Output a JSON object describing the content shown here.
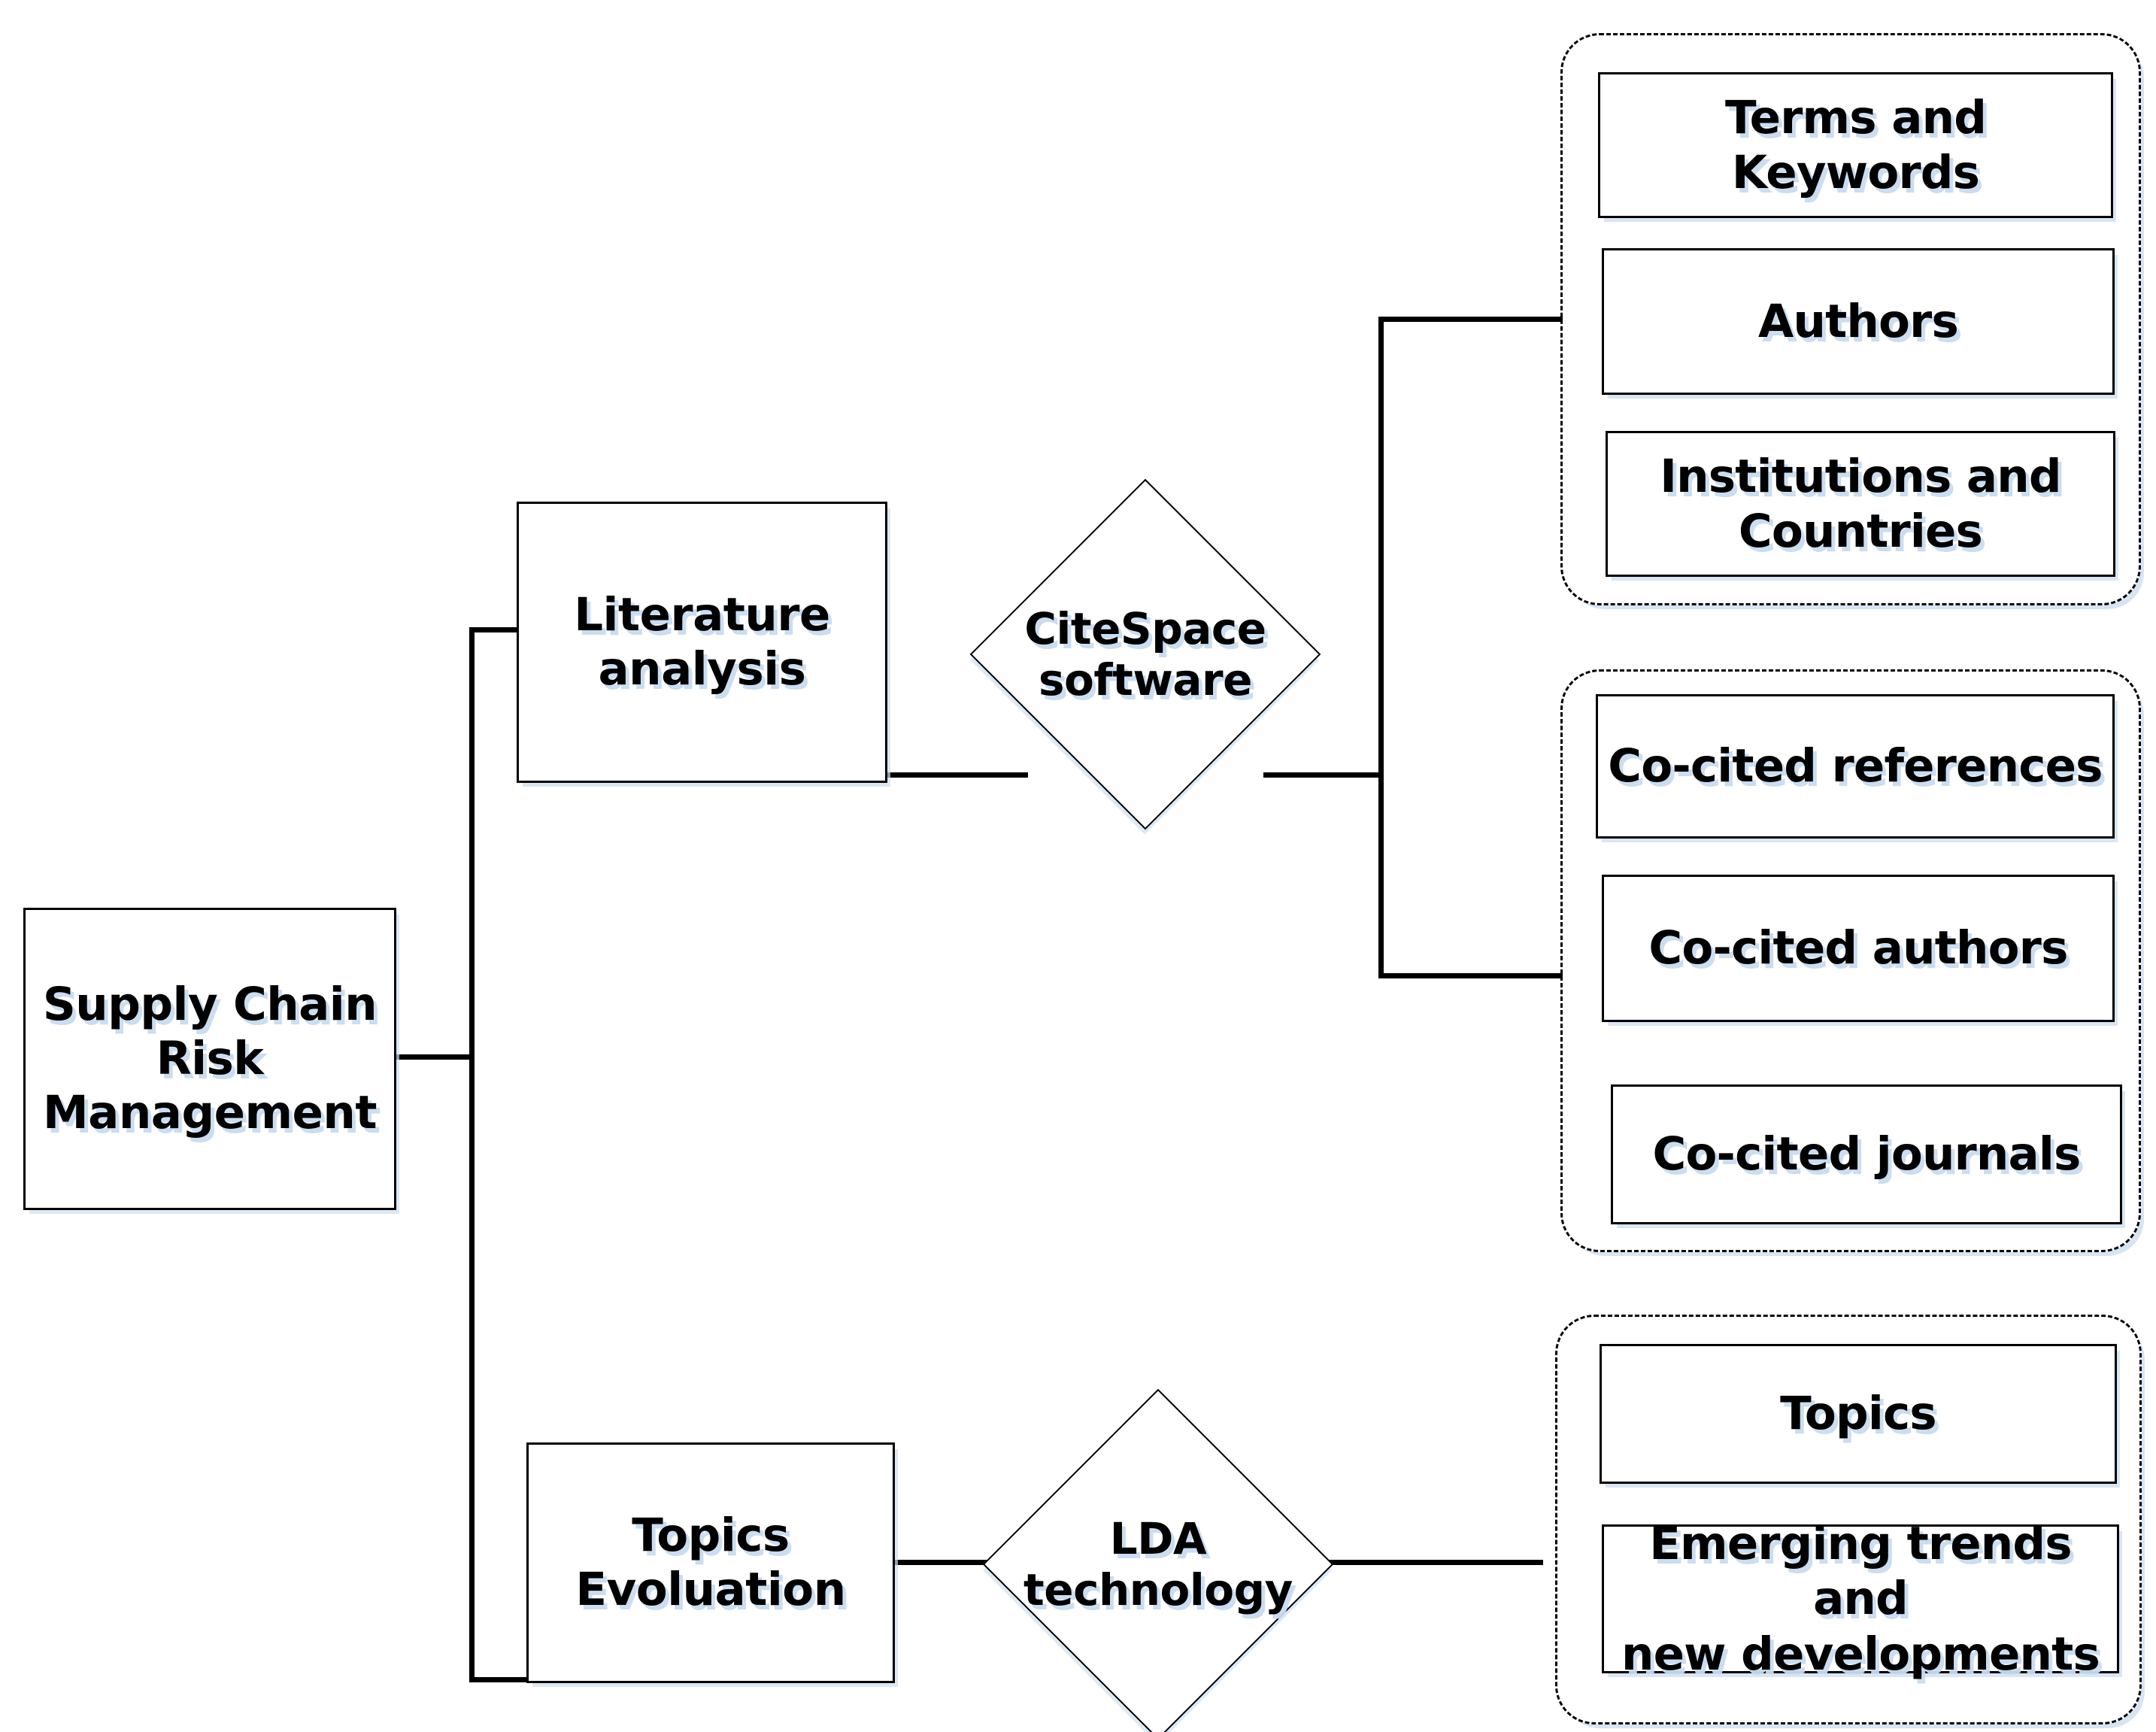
{
  "diagram": {
    "title": "Supply Chain Risk Management research framework",
    "root": {
      "label": "Supply Chain\nRisk\nManagement"
    },
    "branches": [
      {
        "process": {
          "label": "Literature\nanalysis"
        },
        "method": {
          "label": "CiteSpace\nsoftware"
        },
        "groups": [
          {
            "items": [
              {
                "label": "Terms and Keywords"
              },
              {
                "label": "Authors"
              },
              {
                "label": "Institutions and\nCountries"
              }
            ]
          },
          {
            "items": [
              {
                "label": "Co-cited references"
              },
              {
                "label": "Co-cited authors"
              },
              {
                "label": "Co-cited journals"
              }
            ]
          }
        ]
      },
      {
        "process": {
          "label": "Topics\nEvoluation"
        },
        "method": {
          "label": "LDA\ntechnology"
        },
        "groups": [
          {
            "items": [
              {
                "label": "Topics"
              },
              {
                "label": "Emerging trends and\nnew developments"
              }
            ]
          }
        ]
      }
    ],
    "colors": {
      "stroke": "#000000",
      "fill": "#ffffff",
      "shadow": "#cddef0",
      "background": "#ffffff"
    }
  }
}
